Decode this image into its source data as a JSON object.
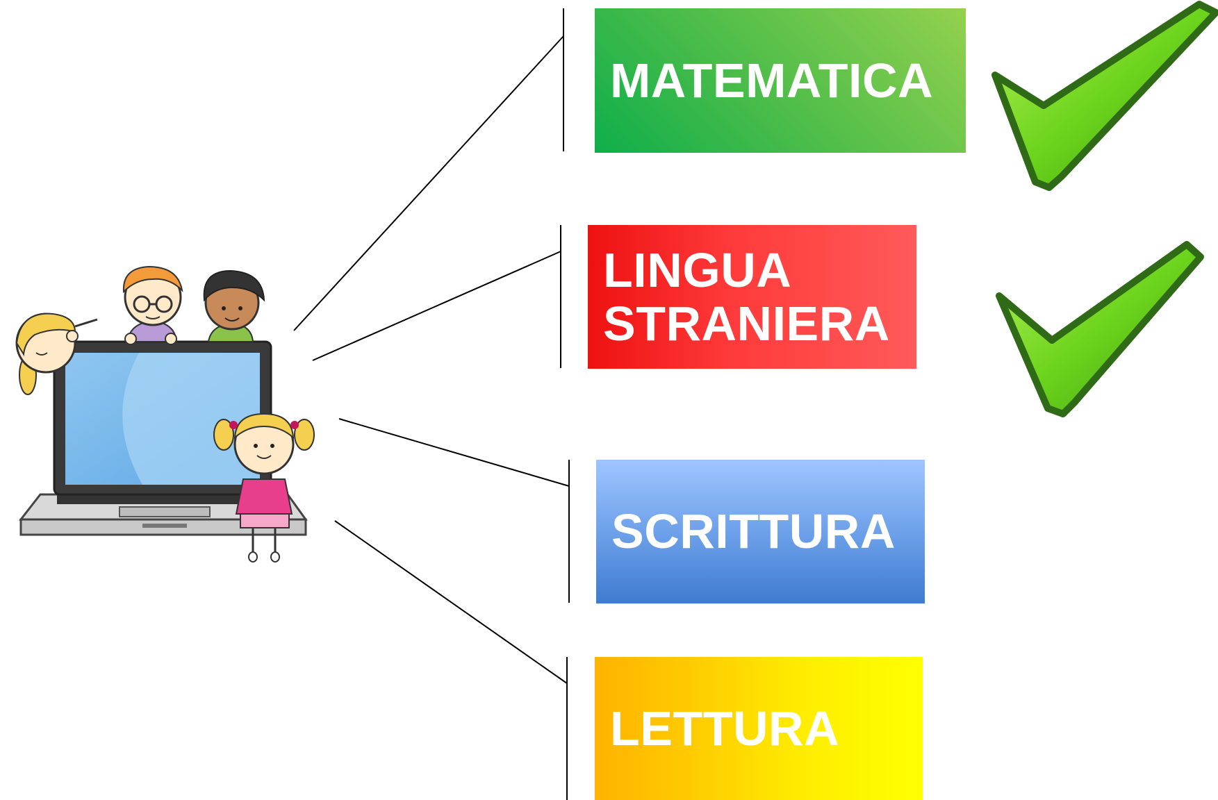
{
  "subjects": [
    {
      "id": "matematica",
      "lines": [
        "MATEMATICA"
      ],
      "checked": true,
      "color": "#4dbd4a"
    },
    {
      "id": "lingua-straniera",
      "lines": [
        "LINGUA",
        "STRANIERA"
      ],
      "checked": true,
      "color": "#ff3b3b"
    },
    {
      "id": "scrittura",
      "lines": [
        "SCRITTURA"
      ],
      "checked": false,
      "color": "#6ea1ea"
    },
    {
      "id": "lettura",
      "lines": [
        "LETTURA"
      ],
      "checked": false,
      "color": "#ffd000"
    }
  ],
  "icons": {
    "central": "children-with-laptop-illustration",
    "check": "green-checkmark-icon"
  },
  "colors": {
    "connector": "#000000",
    "check_fill": "#6cd41c",
    "check_outline": "#2f6a16",
    "text": "#ffffff"
  }
}
